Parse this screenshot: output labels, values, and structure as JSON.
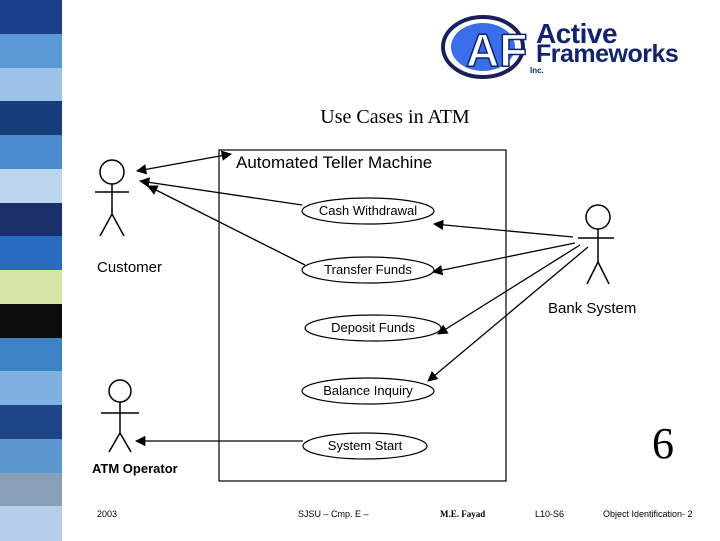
{
  "logo": {
    "word1": "Active",
    "word2": "Frameworks",
    "suffix": "Inc.",
    "monogram": "AF",
    "colors": {
      "navy": "#12246b",
      "blue": "#3a6de8",
      "ring": "#1a1f5a"
    }
  },
  "slide_title": "Use Cases in ATM",
  "system": {
    "name": "Automated Teller Machine"
  },
  "use_cases": [
    "Cash Withdrawal",
    "Transfer Funds",
    "Deposit Funds",
    "Balance Inquiry",
    "System Start"
  ],
  "actors": {
    "customer": "Customer",
    "bank": "Bank System",
    "operator": "ATM Operator"
  },
  "page_number": "6",
  "footer": {
    "year": "2003",
    "course": "SJSU – Cmp. E –",
    "author": "M.E. Fayad",
    "lecture": "L10-S6",
    "topic": "Object Identification- 2"
  },
  "colors": {
    "stripe": [
      "#1c3f8a",
      "#5b9ad6",
      "#9cc2e8",
      "#163d7a",
      "#4c8bd0",
      "#bcd6ef",
      "#1b2f6a",
      "#2a6bc2",
      "#d6e6a8",
      "#0c0c0c",
      "#3e82c6",
      "#7fb1de",
      "#1e4588",
      "#5d97cf",
      "#8aa0b8",
      "#b5cfeb"
    ]
  }
}
